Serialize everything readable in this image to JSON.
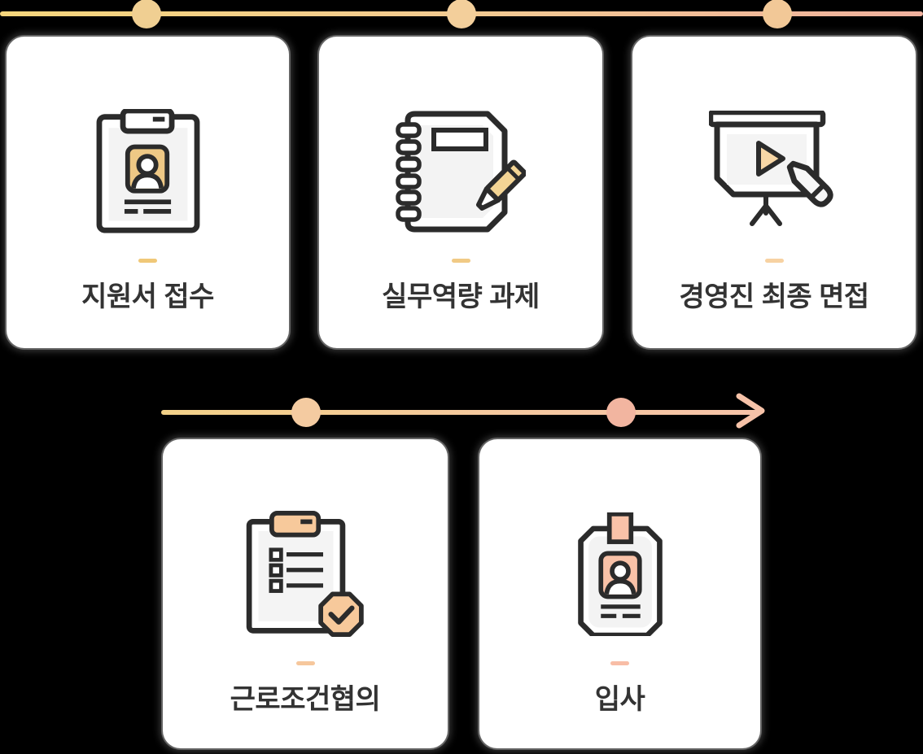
{
  "page": {
    "background": "#000000"
  },
  "timeline_top": {
    "css": "linear-gradient(90deg,#f6d67c 0%,#f3ca92 52%,#f0b19e 100%)",
    "dot_colors": [
      "#f0cf92",
      "#f3cf9b",
      "#f2c897"
    ]
  },
  "timeline_bottom": {
    "css": "linear-gradient(90deg,#f3d188 0%,#f5c8a0 60%,#f6c3a8 100%)",
    "dot_colors": [
      "#f4cba1",
      "#f2b5a0"
    ],
    "arrow_color": "#f6c2a8"
  },
  "colors": {
    "card_bg": "#ffffff",
    "icon_stroke": "#2b2b2b",
    "label_text": "#333333",
    "paper_gray": "#f3f3f3"
  },
  "steps": [
    {
      "label": "지원서 접수",
      "icon": "clipboard-id-icon",
      "accent": "#eec885",
      "dash_color": "#f0c878"
    },
    {
      "label": "실무역량 과제",
      "icon": "notebook-pencil-icon",
      "accent": "#f3d494",
      "dash_color": "#f1ca85"
    },
    {
      "label": "경영진 최종 면접",
      "icon": "presentation-pointer-icon",
      "accent": "#f8d7a6",
      "dash_color": "#f7d2a2"
    },
    {
      "label": "근로조건협의",
      "icon": "checklist-approved-icon",
      "accent": "#f7c99b",
      "dash_color": "#f6c79c"
    },
    {
      "label": "입사",
      "icon": "id-badge-icon",
      "accent": "#f9c2a8",
      "dash_color": "#f8bda6"
    }
  ]
}
